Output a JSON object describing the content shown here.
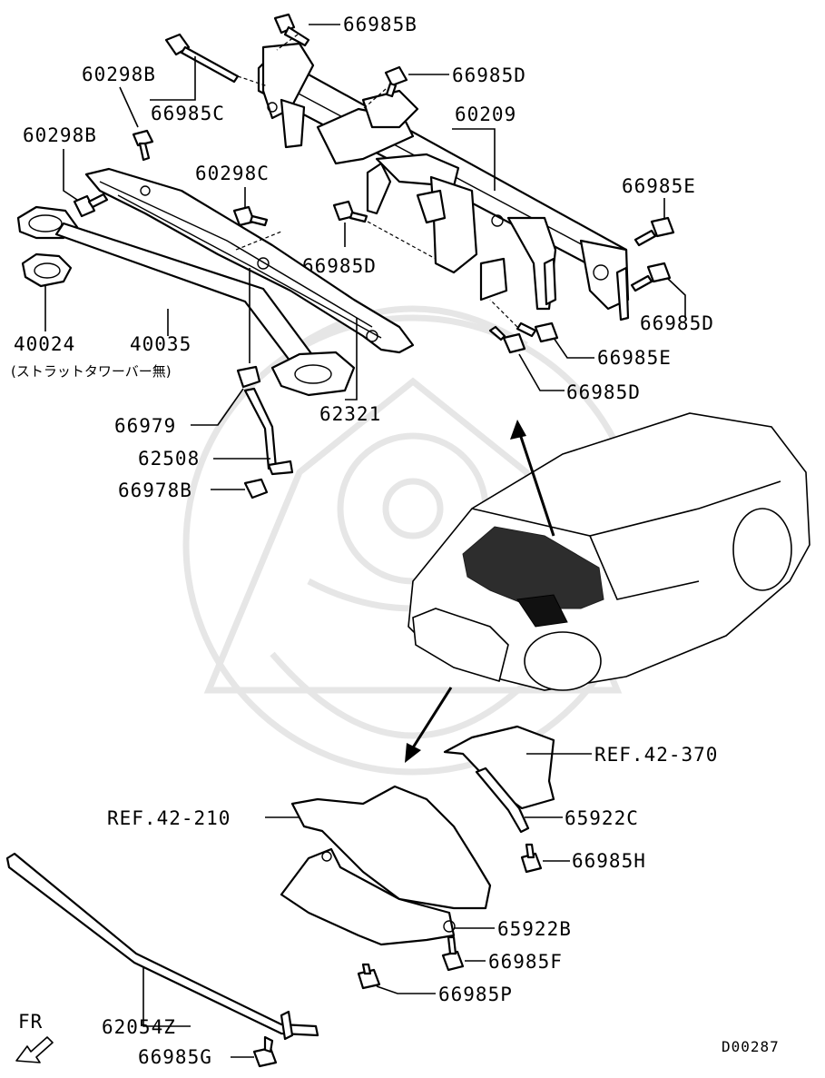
{
  "labels": {
    "p66985B_top": "66985B",
    "p60298B_a": "60298B",
    "p66985C": "66985C",
    "p66985D_a": "66985D",
    "p60209": "60209",
    "p60298B_b": "60298B",
    "p60298C": "60298C",
    "p66985E_a": "66985E",
    "p66985D_b": "66985D",
    "p66985D_c": "66985D",
    "p66985E_b": "66985E",
    "p66985D_d": "66985D",
    "p40024": "40024",
    "p40035": "40035",
    "strut_note": "(ストラットタワーバー無)",
    "p62321": "62321",
    "p66979": "66979",
    "p62508": "62508",
    "p66978B": "66978B",
    "ref42_370": "REF.42-370",
    "ref42_210": "REF.42-210",
    "p65922C": "65922C",
    "p66985H": "66985H",
    "p65922B": "65922B",
    "p66985F": "66985F",
    "p66985P": "66985P",
    "p62054Z": "62054Z",
    "fr": "FR",
    "p66985G": "66985G",
    "diagram_code": "D00287"
  }
}
